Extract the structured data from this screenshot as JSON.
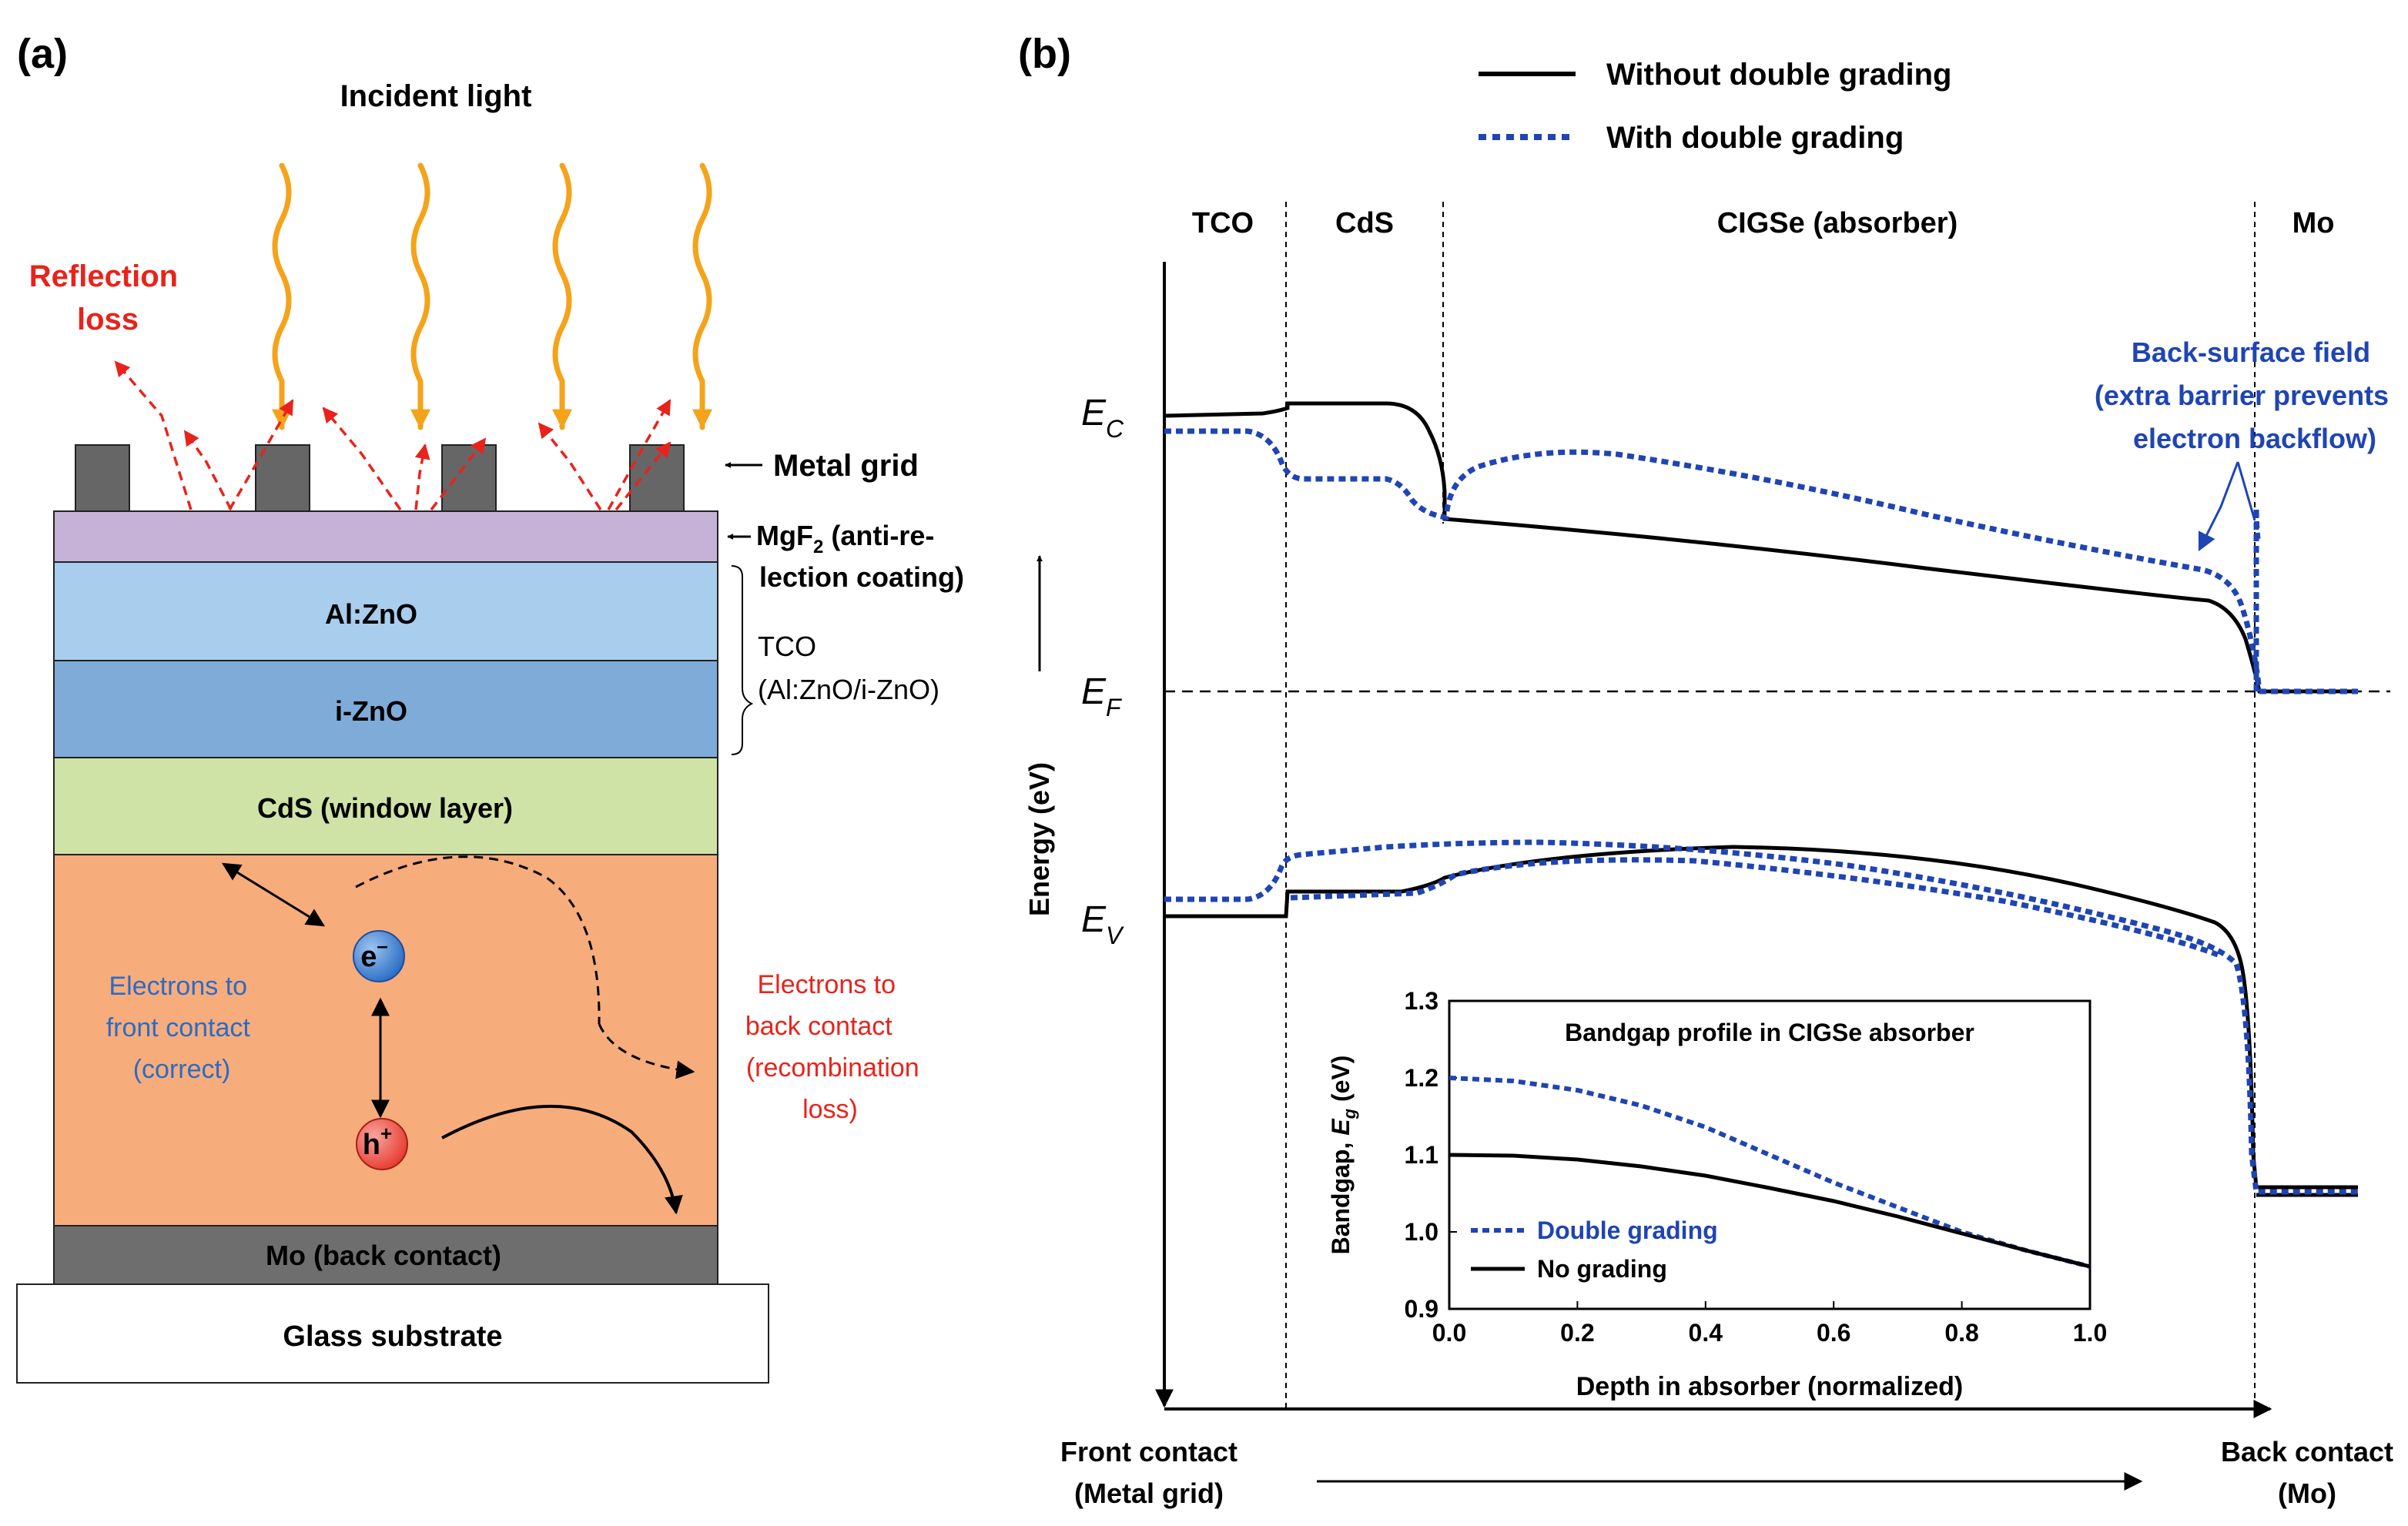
{
  "panel_a": {
    "label": "(a)",
    "incident_light": "Incident light",
    "reflection_loss": [
      "Reflection",
      "loss"
    ],
    "metal_grid": "Metal grid",
    "mgf2_label": [
      "MgF",
      "2",
      " (anti-re-",
      "lection coating)"
    ],
    "layers": {
      "alzno": "Al:ZnO",
      "izno": "i-ZnO",
      "cds": "CdS (window layer)",
      "mo": "Mo (back contact)",
      "glass": "Glass substrate"
    },
    "tco_label": [
      "TCO",
      "(Al:ZnO/i-ZnO)"
    ],
    "electron": "e",
    "electron_sup": "–",
    "hole": "h",
    "hole_sup": "+",
    "electrons_front": [
      "Electrons to",
      "front contact",
      "(correct)"
    ],
    "electrons_back": [
      "Electrons to",
      "back contact",
      "(recombination",
      "loss)"
    ],
    "colors": {
      "mgf2": "#c5b2d6",
      "alzno": "#a9cdec",
      "izno": "#7fabd9",
      "cds": "#cfe3a6",
      "cigse": "#f7ac7c",
      "mo": "#6e6e6e",
      "grid": "#666666",
      "light": "#f4a31a",
      "reflection": "#e8231b",
      "electron_blue": "#2a6cc4",
      "hole_red": "#e63b30"
    }
  },
  "panel_b": {
    "label": "(b)",
    "legend": [
      "Without double grading",
      "With double grading"
    ],
    "regions": [
      "TCO",
      "CdS",
      "CIGSe (absorber)",
      "Mo"
    ],
    "ec_label": [
      "E",
      "C"
    ],
    "ef_label": [
      "E",
      "F"
    ],
    "ev_label": [
      "E",
      "V"
    ],
    "y_axis_label": "Energy (eV)",
    "back_surface_field": [
      "Back-surface field",
      "(extra barrier prevents",
      "electron backflow)"
    ],
    "front_contact": [
      "Front contact",
      "(Metal grid)"
    ],
    "back_contact": [
      "Back contact",
      "(Mo)"
    ],
    "colors": {
      "solid": "#000000",
      "dotted": "#1f45b3"
    }
  },
  "chart_data": {
    "type": "line",
    "title": "Bandgap profile in CIGSe absorber",
    "xlabel": "Depth in absorber (normalized)",
    "ylabel_parts": [
      "Bandgap, ",
      "E",
      "g",
      " (eV)"
    ],
    "xlim": [
      0.0,
      1.0
    ],
    "ylim": [
      0.9,
      1.3
    ],
    "xticks": [
      "0.0",
      "0.2",
      "0.4",
      "0.6",
      "0.8",
      "1.0"
    ],
    "yticks": [
      "0.9",
      "1.0",
      "1.1",
      "1.2",
      "1.3"
    ],
    "legend_placement": "lower-left",
    "series": [
      {
        "name": "Double grading",
        "style": "dotted",
        "color": "#1f45b3",
        "x": [
          0.0,
          0.1,
          0.2,
          0.3,
          0.4,
          0.5,
          0.6,
          0.7,
          0.8,
          0.9,
          1.0
        ],
        "y": [
          1.2,
          1.196,
          1.184,
          1.164,
          1.136,
          1.1,
          1.064,
          1.032,
          1.0,
          0.976,
          0.955
        ]
      },
      {
        "name": "No grading",
        "style": "solid",
        "color": "#000000",
        "x": [
          0.0,
          0.1,
          0.2,
          0.3,
          0.4,
          0.5,
          0.6,
          0.7,
          0.8,
          0.9,
          1.0
        ],
        "y": [
          1.1,
          1.099,
          1.094,
          1.085,
          1.073,
          1.057,
          1.04,
          1.02,
          0.998,
          0.976,
          0.955
        ]
      }
    ]
  }
}
